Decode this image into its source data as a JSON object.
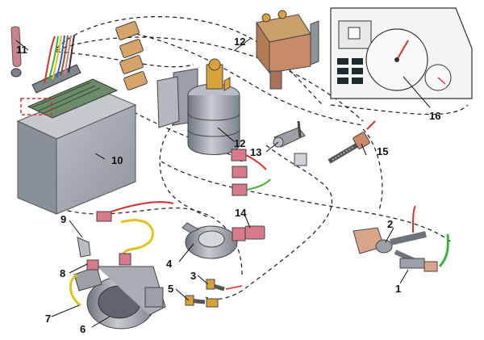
{
  "callouts": {
    "n1": "1",
    "n2": "2",
    "n3": "3",
    "n4": "4",
    "n5": "5",
    "n6": "6",
    "n7": "7",
    "n8": "8",
    "n9": "9",
    "n10": "10",
    "n11": "11",
    "n12a": "12",
    "n12b": "12",
    "n13": "13",
    "n14": "14",
    "n15": "15",
    "n16": "16"
  },
  "colors": {
    "metal_gray": "#9aa0a6",
    "control_unit": "#a7adb3",
    "wire_red": "#d92f2a",
    "wire_green": "#3fae3a",
    "wire_yellow": "#e2c21c",
    "connector_pink": "#d77a8a",
    "coil_orange": "#d9a23a",
    "dash_line": "#1a1a1a"
  }
}
